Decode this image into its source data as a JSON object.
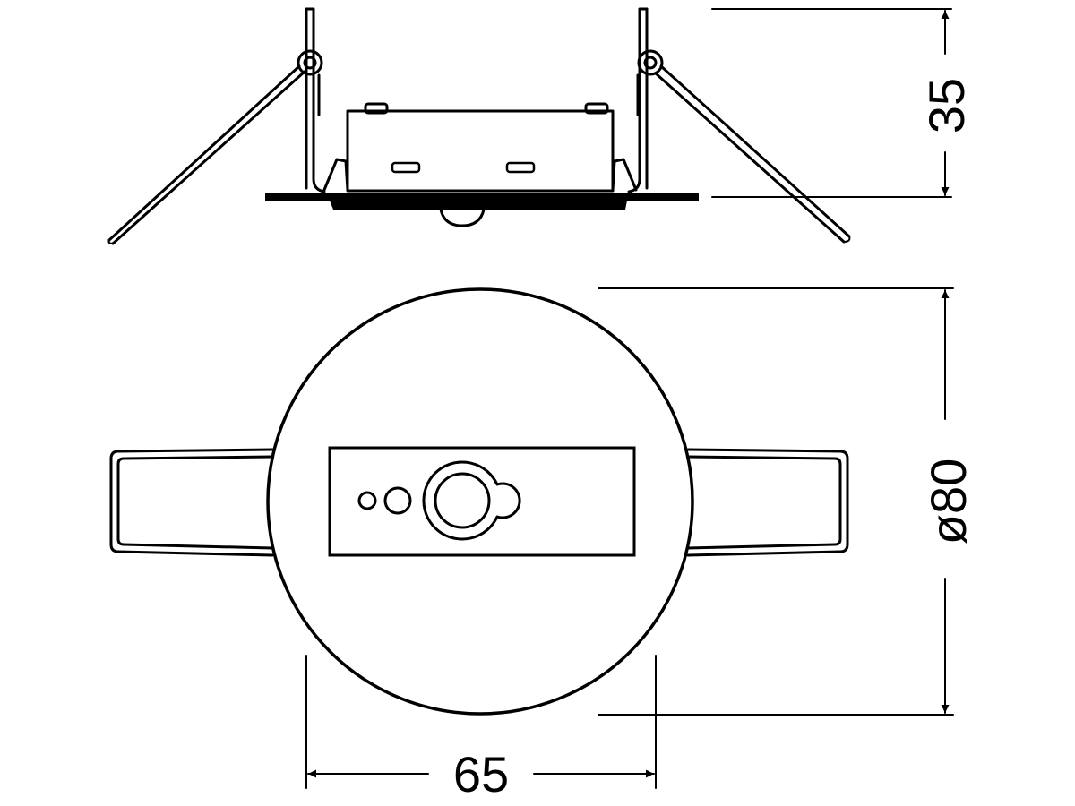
{
  "dimensions": {
    "height": "35",
    "diameter": "ø80",
    "cutout": "65"
  }
}
